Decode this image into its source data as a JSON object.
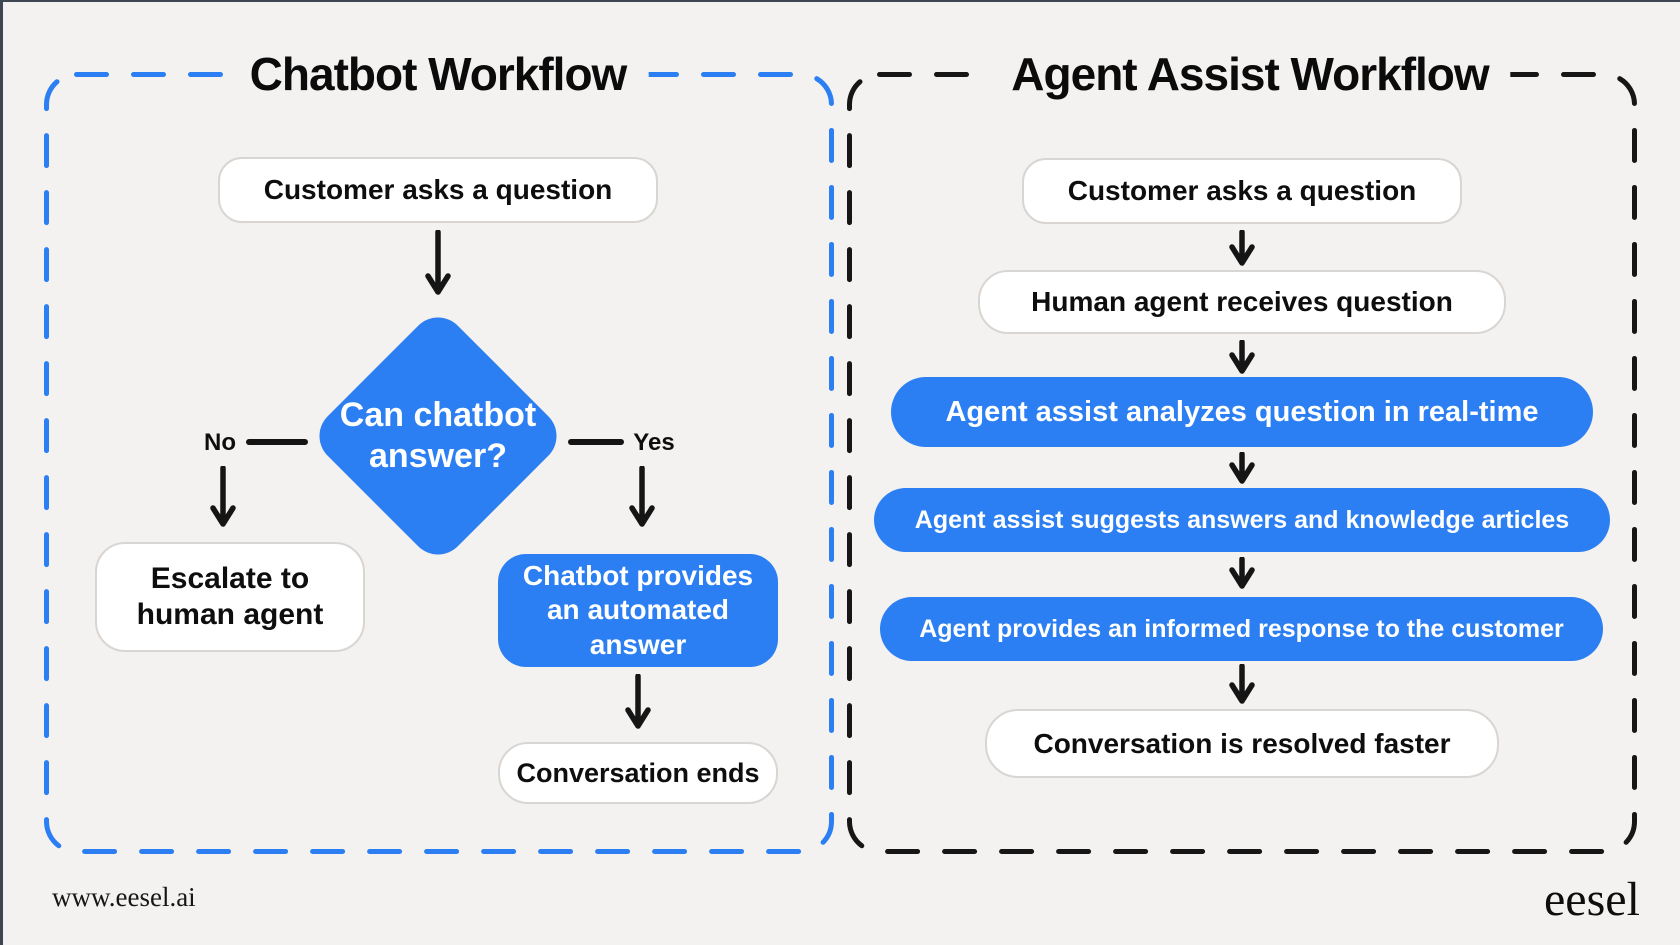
{
  "canvas": {
    "background": "#F4F2F0",
    "accent_blue": "#2B7FF2",
    "ink": "#131313"
  },
  "left_panel": {
    "title": "Chatbot Workflow",
    "border_color": "#2B7FF2",
    "nodes": {
      "start": "Customer asks a question",
      "decision": "Can chatbot answer?",
      "no_label": "No",
      "yes_label": "Yes",
      "escalate": "Escalate to human agent",
      "automated": "Chatbot provides an automated answer",
      "end": "Conversation ends"
    }
  },
  "right_panel": {
    "title": "Agent Assist Workflow",
    "border_color": "#141414",
    "steps": [
      {
        "label": "Customer asks a question",
        "style": "white"
      },
      {
        "label": "Human agent receives question",
        "style": "white"
      },
      {
        "label": "Agent assist analyzes question in real-time",
        "style": "blue"
      },
      {
        "label": "Agent assist suggests answers and knowledge articles",
        "style": "blue"
      },
      {
        "label": "Agent provides an informed response to the customer",
        "style": "blue"
      },
      {
        "label": "Conversation is resolved faster",
        "style": "white"
      }
    ]
  },
  "footer": {
    "website": "www.eesel.ai",
    "brand": "eesel"
  }
}
